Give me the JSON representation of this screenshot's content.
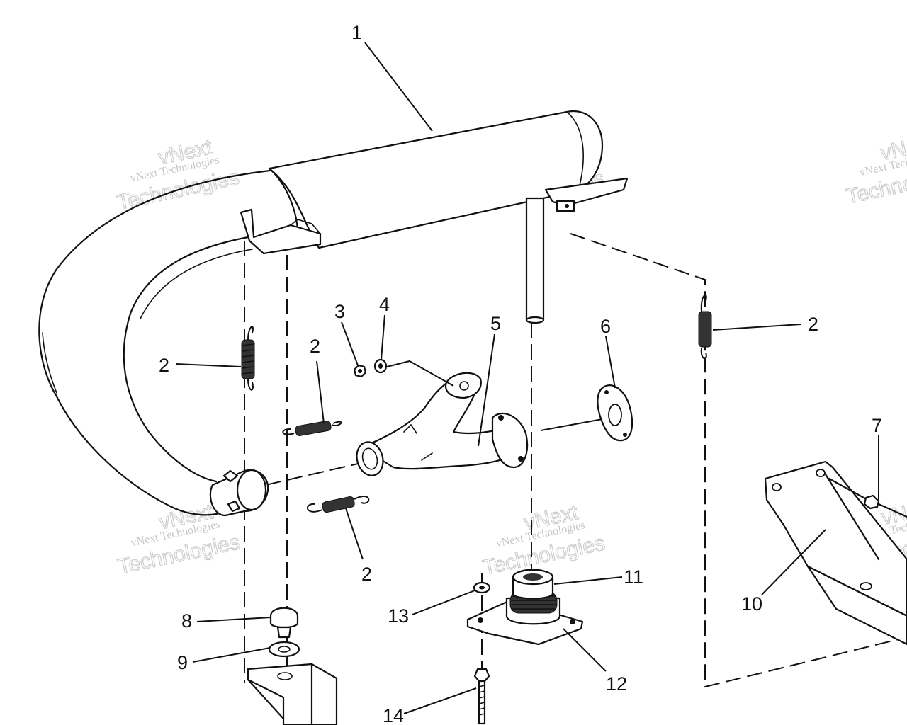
{
  "watermark": {
    "line1": "vNext Technologies",
    "line2": "vNext",
    "line3": "Technologies"
  },
  "callouts": {
    "c1": "1",
    "c2_left": "2",
    "c2_spring_mid": "2",
    "c2_spring_low": "2",
    "c2_right": "2",
    "c3": "3",
    "c4": "4",
    "c5": "5",
    "c6": "6",
    "c7": "7",
    "c8": "8",
    "c9": "9",
    "c10": "10",
    "c11": "11",
    "c12": "12",
    "c13": "13",
    "c14": "14"
  }
}
